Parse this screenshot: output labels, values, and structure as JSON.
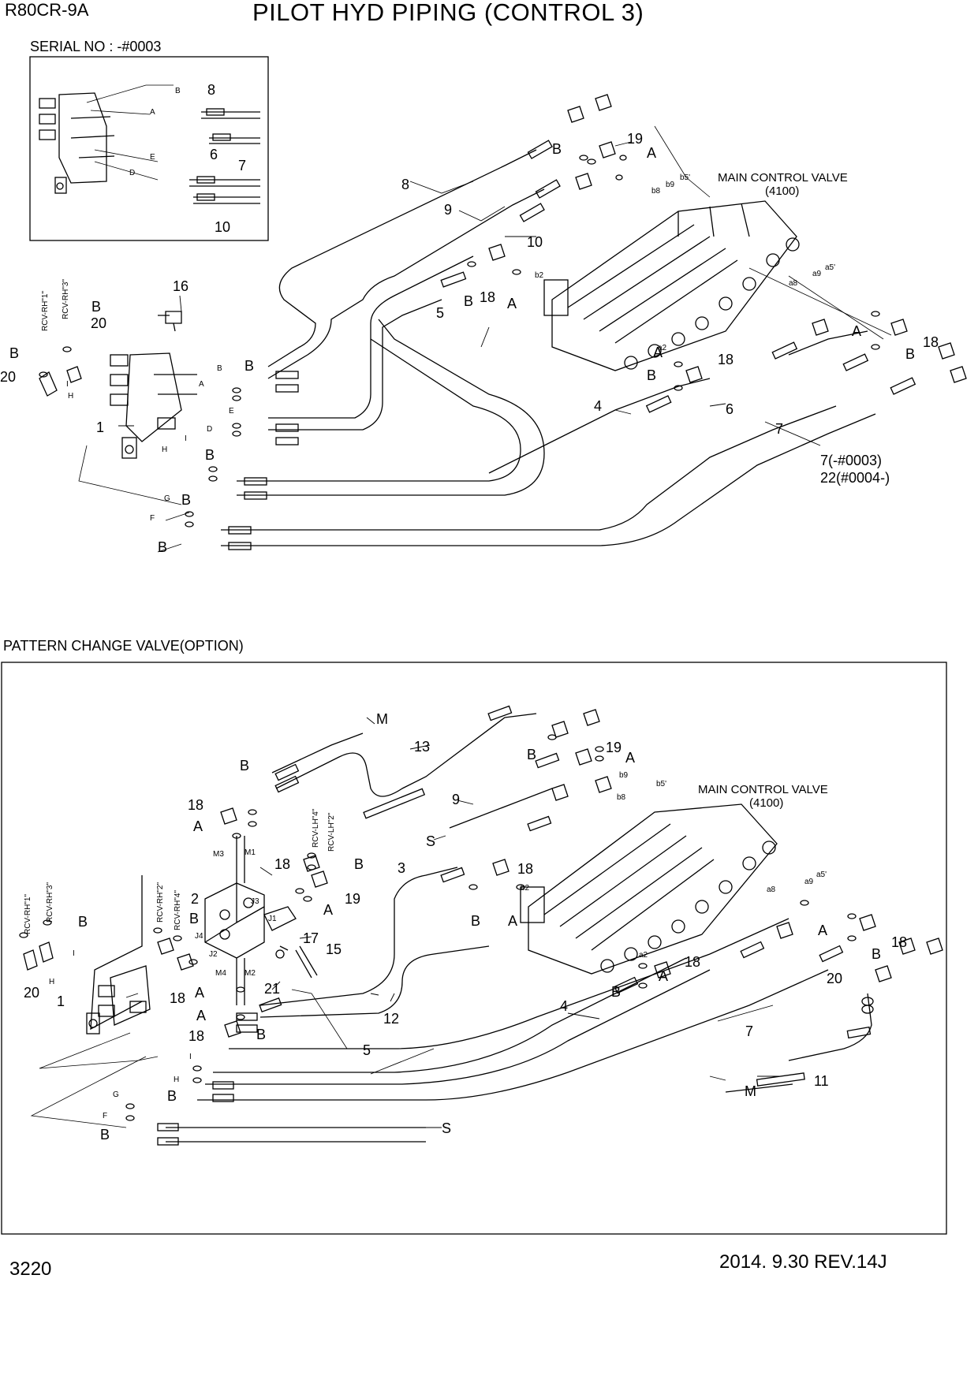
{
  "header": {
    "model": "R80CR-9A",
    "title": "PILOT HYD PIPING (CONTROL 3)"
  },
  "section_top": {
    "serial_label": "SERIAL NO : -#0003",
    "main_control_valve": "MAIN CONTROL VALVE",
    "main_control_valve_code": "(4100)",
    "callout_7_serial": "7(-#0003)",
    "callout_22_serial": "22(#0004-)"
  },
  "section_bottom": {
    "label": "PATTERN CHANGE VALVE(OPTION)",
    "main_control_valve": "MAIN CONTROL VALVE",
    "main_control_valve_code": "(4100)"
  },
  "rcv_labels": {
    "rh1": "RCV-RH\"1\"",
    "rh3": "RCV-RH\"3\"",
    "rh2": "RCV-RH\"2\"",
    "rh4": "RCV-RH\"4\"",
    "lh4": "RCV-LH\"4\"",
    "lh2": "RCV-LH\"2\""
  },
  "footer": {
    "page": "3220",
    "revision": "2014. 9.30  REV.14J"
  },
  "colors": {
    "line": "#000000",
    "background": "#ffffff"
  }
}
